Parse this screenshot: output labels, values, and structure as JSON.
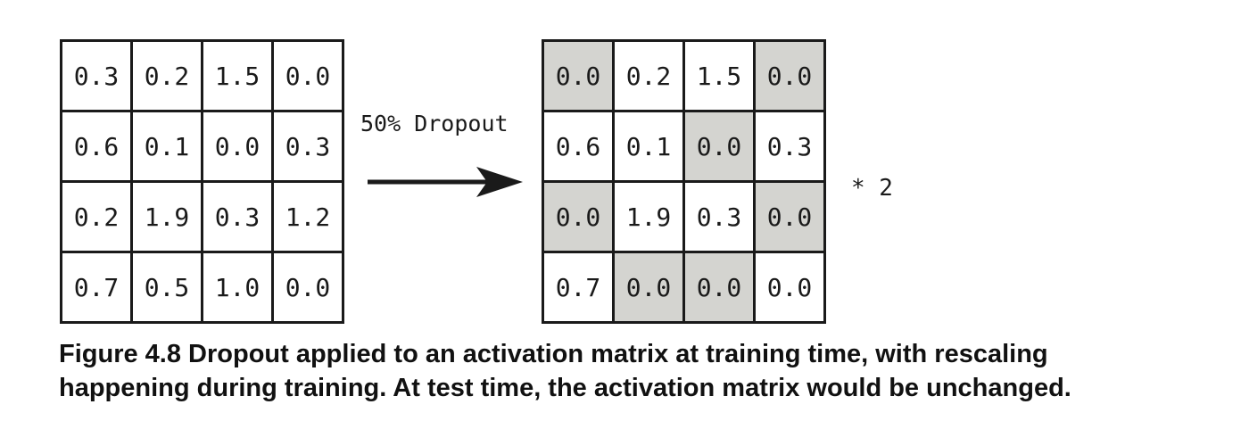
{
  "input_matrix": [
    [
      "0.3",
      "0.2",
      "1.5",
      "0.0"
    ],
    [
      "0.6",
      "0.1",
      "0.0",
      "0.3"
    ],
    [
      "0.2",
      "1.9",
      "0.3",
      "1.2"
    ],
    [
      "0.7",
      "0.5",
      "1.0",
      "0.0"
    ]
  ],
  "output_matrix": [
    [
      "0.0",
      "0.2",
      "1.5",
      "0.0"
    ],
    [
      "0.6",
      "0.1",
      "0.0",
      "0.3"
    ],
    [
      "0.0",
      "1.9",
      "0.3",
      "0.0"
    ],
    [
      "0.7",
      "0.0",
      "0.0",
      "0.0"
    ]
  ],
  "output_dropped_mask": [
    [
      true,
      false,
      false,
      true
    ],
    [
      false,
      false,
      true,
      false
    ],
    [
      true,
      false,
      false,
      true
    ],
    [
      false,
      true,
      true,
      false
    ]
  ],
  "colors": {
    "dropped_cell": "#d4d4d0",
    "cell": "#ffffff",
    "border": "#1a1a1a"
  },
  "arrow_label": "50% Dropout",
  "scale_label": "* 2",
  "caption": {
    "line1": "Figure 4.8 Dropout applied to an activation matrix at training time, with rescaling",
    "line2": "happening during training. At test time, the activation matrix would be unchanged."
  }
}
